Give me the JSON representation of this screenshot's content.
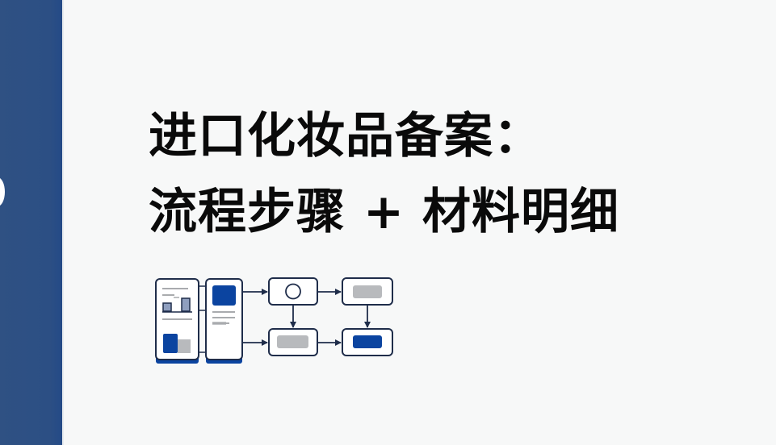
{
  "slide": {
    "title_line1": "进口化妆品备案：",
    "title_line2": "流程步骤 + 材料明细"
  },
  "illustration": {
    "description": "documents feeding into a 4-step flowchart",
    "icons": [
      "document-chart-icon",
      "document-image-icon",
      "flow-start-circle-icon",
      "flow-step-icon",
      "flow-step-icon",
      "flow-final-step-icon"
    ]
  },
  "colors": {
    "sidebar": "#2c4f84",
    "background": "#f7f8f8",
    "accent_blue": "#0b44a0",
    "outline": "#1f2d4a",
    "placeholder_gray": "#b8babd",
    "text": "#0a0a0a"
  }
}
